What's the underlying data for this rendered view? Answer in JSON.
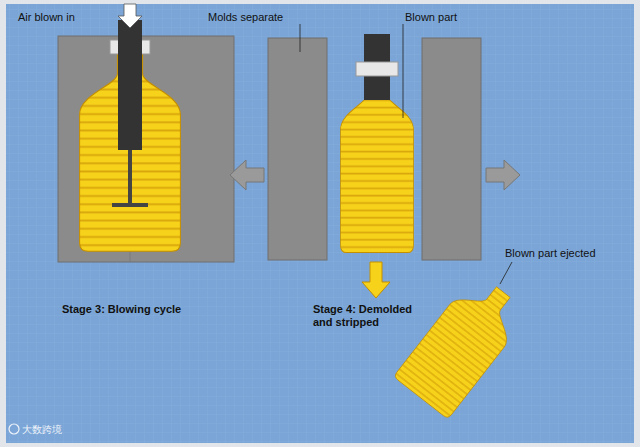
{
  "diagram": {
    "labels": [
      "Air blown in",
      "Molds separate",
      "Blown part",
      "Stage 3: Blowing cycle",
      "Stage 4: Demolded and stripped",
      "Blown part ejected",
      "大数跨境"
    ]
  }
}
